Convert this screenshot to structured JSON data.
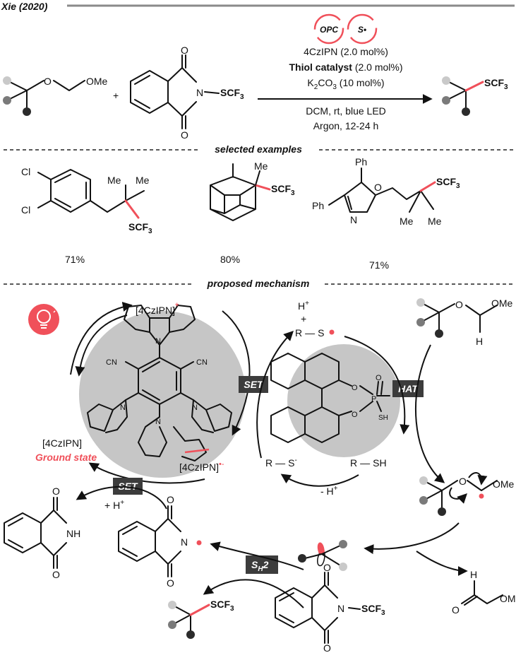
{
  "header": {
    "title": "Xie (2020)"
  },
  "icons": [
    "opc-cycle-icon",
    "thiyl-radical-cycle-icon",
    "lightbulb-icon"
  ],
  "colors": {
    "accent": "#f0505a",
    "circle": "#c6c6c6",
    "tag": "#3c3c3c",
    "rule": "#8a8a8a"
  },
  "reaction": {
    "opc_icon": "OPC",
    "s_icon": "S•",
    "ome": "OMe",
    "o": "O",
    "n": "N",
    "scf3": "SCF",
    "three": "3",
    "plus": "+",
    "cond1": "4CzIPN (2.0 mol%)",
    "cond2": "Thiol catalyst",
    "cond2_rest": "(2.0 mol%)",
    "cond3_a": "K",
    "cond3_sub": "2",
    "cond3_b": "CO",
    "cond3_sub2": "3",
    "cond3_c": "(10 mol%)",
    "cond4": "DCM, rt, blue LED",
    "cond5": "Argon, 12-24 h"
  },
  "examples": {
    "heading": "selected examples",
    "items": [
      {
        "cl": "Cl",
        "me": "Me",
        "yield": "71%"
      },
      {
        "me": "Me",
        "yield": "80%"
      },
      {
        "ph": "Ph",
        "o": "O",
        "n": "N",
        "me": "Me",
        "yield": "71%"
      }
    ]
  },
  "mechanism": {
    "heading": "proposed mechanism",
    "czipn_excited": "[4CzIPN]",
    "star": "*",
    "czipn_ground": "[4CzIPN]",
    "ground_state": "Ground state",
    "czipn_anion": "[4CzIPN]",
    "anion_mark": "•-",
    "set": "SET",
    "hat": "HAT",
    "sh2_s": "S",
    "sh2_h": "H",
    "sh2_2": "2",
    "hplus": "H",
    "plus_sup": "+",
    "plus": "+",
    "rs": "R",
    "s": "S",
    "r_s_minus": "S",
    "minus": "-",
    "sh": "SH",
    "minus_h": "- H",
    "plus_h": "+ H",
    "cn": "CN",
    "p": "P",
    "o": "O",
    "n": "N",
    "nh": "NH",
    "h": "H",
    "ome": "OMe"
  }
}
